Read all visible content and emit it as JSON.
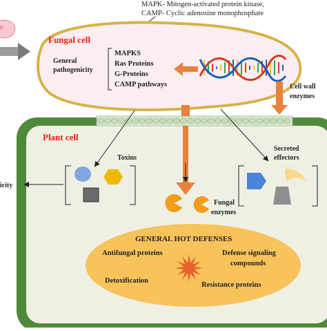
{
  "legend": {
    "line1": "MAPK- Mitogen-activated protein kinase,",
    "line2": "CAMP- Cyclic adenosine monophosphate"
  },
  "fungal_cell": {
    "title": "Fungal cell",
    "general_label_line1": "General",
    "general_label_line2": "pathogenicity",
    "pathways": [
      "MAPKS",
      "Ras Proteins",
      "G-Proteins",
      "CAMP pathways"
    ],
    "cell_wall_label_line1": "Cell wall",
    "cell_wall_label_line2": "enzymes"
  },
  "plant_cell": {
    "title": "Plant cell",
    "toxins_label": "Toxins",
    "secreted_label_line1": "Secreted",
    "secreted_label_line2": "effectors",
    "fungal_enzymes_line1": "Fungal",
    "fungal_enzymes_line2": "enzymes",
    "left_outcome": "icity"
  },
  "defenses": {
    "title": "GENERAL HOT DEFENSES",
    "items": {
      "antifungal": "Antifungal proteins",
      "defense_signaling_line1": "Defense signaling",
      "defense_signaling_line2": "compounds",
      "detoxification": "Detoxification",
      "resistance": "Resistance proteins"
    }
  },
  "colors": {
    "fungal_fill": "#fbeef0",
    "fungal_border": "#d6b24a",
    "plant_border": "#4f8a3a",
    "plant_fill": "#efefe4",
    "title_red": "#e32219",
    "orange_arrow": "#e8823a",
    "defense_oval": "#f7c35a",
    "enzyme_orange": "#f39c1a",
    "circle_blue": "#7fa6e0",
    "hexagon_yellow": "#f2b800",
    "square_gray": "#6a6a6a",
    "pentagon_blue": "#4a84d8",
    "crescent_yellow": "#f7d98a",
    "trapezoid_gray": "#8e8e8e"
  }
}
